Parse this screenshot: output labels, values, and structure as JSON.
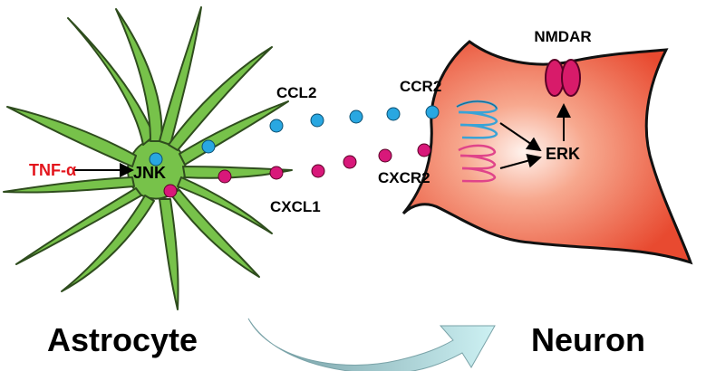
{
  "labels": {
    "tnf": "TNF-α",
    "jnk": "JNK",
    "ccl2": "CCL2",
    "cxcl1": "CXCL1",
    "ccr2": "CCR2",
    "cxcr2": "CXCR2",
    "erk": "ERK",
    "nmdar": "NMDAR",
    "astrocyte": "Astrocyte",
    "neuron": "Neuron"
  },
  "colors": {
    "astrocyte_fill": "#77c24a",
    "neuron_fill": "#f06e52",
    "ccl2_dot": "#29a7e1",
    "cxcl1_dot": "#d8187a",
    "ccr2_receptor": "#3aa3d6",
    "cxcr2_receptor": "#e0448a",
    "nmdar": "#d81b6a",
    "tnf_text": "#e3141c",
    "arrow_gradient_start": "#6e9aa0",
    "arrow_gradient_end": "#c9eef0"
  },
  "icons": {
    "astrocyte": "astrocyte-cell",
    "neuron": "neuron-cell",
    "ccr2": "seven-transmembrane-receptor",
    "cxcr2": "seven-transmembrane-receptor",
    "nmdar": "ion-channel-receptor",
    "transfer_arrow": "curved-arrow"
  }
}
